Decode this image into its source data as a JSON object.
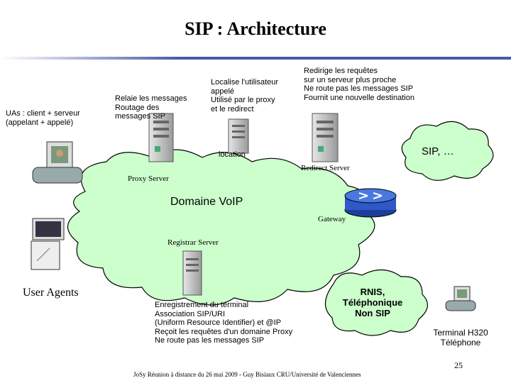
{
  "title": "SIP : Architecture",
  "notes": {
    "uas": "UAs : client + serveur\n(appelant + appelé)",
    "proxy_role": "Relaie les messages\nRoutage des\nmessages SIP",
    "location_role": "Localise l'utilisateur\nappelé\nUtilisé par le proxy\net le redirect",
    "redirect_role": "Redirige les requêtes\nsur un serveur plus proche\nNe route pas les messages SIP\nFournit une nouvelle destination",
    "registrar_role": "Enregistrement du terminal\nAssociation SIP/URI\n(Uniform Resource Identifier) et @IP\nReçoit les requêtes d'un domaine Proxy\nNe route pas les messages SIP"
  },
  "labels": {
    "location": "location",
    "redirect_server": "Redirect Server",
    "proxy_server": "Proxy Server",
    "domain": "Domaine VoIP",
    "gateway": "Gateway",
    "registrar_server": "Registrar Server",
    "user_agents": "User Agents",
    "sip_cloud": "SIP, …",
    "rnis_cloud": "RNIS,\nTéléphonique\nNon SIP",
    "terminal": "Terminal H320\nTéléphone"
  },
  "footer": {
    "page_number": "25",
    "credit": "JoSy Réunion à distance du 26 mai 2009 - Guy Bisiaux CRU/Université de Valenciennes"
  },
  "colors": {
    "cloud_fill": "#ccffcc",
    "title_rule": "#4a5aa8",
    "router_fill": "#2f58c8",
    "server_fill": "#c8c8c8"
  }
}
